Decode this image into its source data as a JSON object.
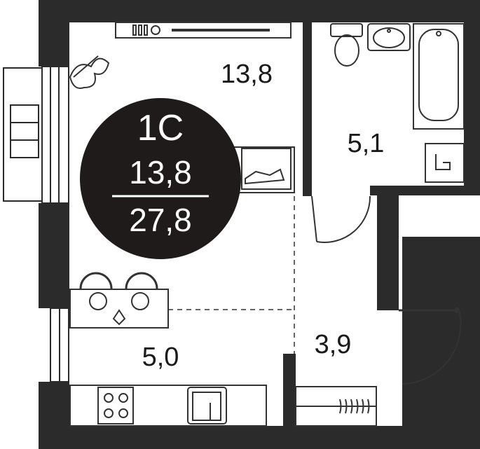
{
  "apartment": {
    "type": "1С",
    "living_area": "13,8",
    "total_area": "27,8"
  },
  "rooms": {
    "living": "13,8",
    "bathroom": "5,1",
    "kitchen": "5,0",
    "hallway": "3,9"
  },
  "colors": {
    "wall": "#2b2b2b",
    "badge": "#1f1b1b",
    "furniture_stroke": "#333333"
  }
}
